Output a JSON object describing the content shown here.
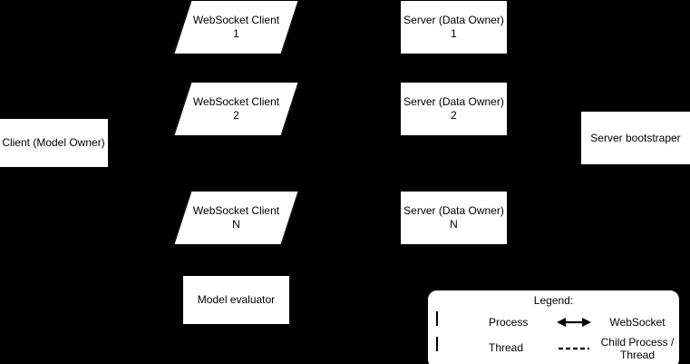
{
  "diagram": {
    "background_color": "#000000",
    "node_fill": "#ffffff",
    "stroke_color": "#000000",
    "nodes": {
      "client_model_owner": {
        "label": "Client (Model Owner)",
        "shape": "process"
      },
      "server_bootstraper": {
        "label": "Server bootstraper",
        "shape": "process"
      },
      "websocket_client_1": {
        "label": "WebSocket Client\n1",
        "shape": "thread"
      },
      "websocket_client_2": {
        "label": "WebSocket Client\n2",
        "shape": "thread"
      },
      "websocket_client_n": {
        "label": "WebSocket Client\nN",
        "shape": "thread"
      },
      "model_evaluator": {
        "label": "Model evaluator",
        "shape": "process"
      },
      "server_1": {
        "label": "Server (Data Owner)\n1",
        "shape": "process"
      },
      "server_2": {
        "label": "Server (Data Owner)\n2",
        "shape": "process"
      },
      "server_n": {
        "label": "Server (Data Owner)\nN",
        "shape": "process"
      }
    }
  },
  "legend": {
    "title": "Legend:",
    "items": [
      {
        "icon": "rectangle-shape-icon",
        "label": "Process"
      },
      {
        "icon": "parallelogram-shape-icon",
        "label": "Thread"
      },
      {
        "icon": "double-arrow-icon",
        "label": "WebSocket"
      },
      {
        "icon": "dashed-line-icon",
        "label": "Child Process /\nThread"
      }
    ]
  }
}
